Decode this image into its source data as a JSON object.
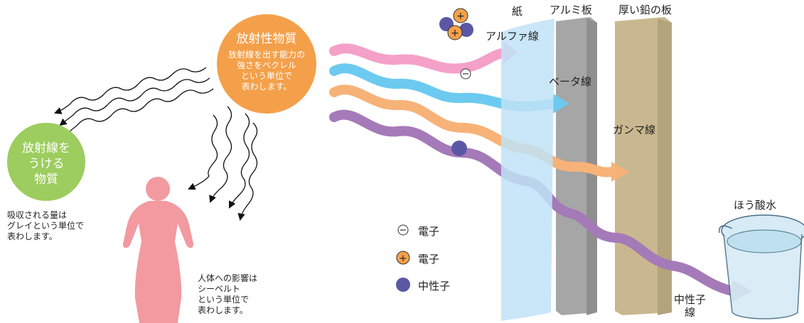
{
  "source": {
    "title": "放射性物質",
    "desc_lines": [
      "放射線を出す能力の",
      "強さをベクレル",
      "という単位で",
      "表わします。"
    ]
  },
  "receiver": {
    "lines": [
      "放射線を",
      "うける",
      "物質"
    ],
    "note_lines": [
      "吸収される量は",
      "グレイという単位で",
      "表わします。"
    ]
  },
  "human": {
    "note_lines": [
      "人体への影響は",
      "シーベルト",
      "という単位で",
      "表わします。"
    ]
  },
  "shields": {
    "paper": "紙",
    "aluminum": "アルミ板",
    "lead": "厚い鉛の板"
  },
  "rays": {
    "alpha": "アルファ線",
    "beta": "ベータ線",
    "gamma": "ガンマ線",
    "neutron": "中性子\n線"
  },
  "water": "ほう酸水",
  "legend": [
    {
      "symbol": "⊖",
      "label": "電子"
    },
    {
      "symbol": "+",
      "label": "電子"
    },
    {
      "symbol": "●",
      "label": "中性子"
    }
  ],
  "colors": {
    "alpha": "#f4a0c8",
    "beta": "#6ccaf0",
    "gamma": "#f7b278",
    "neutron": "#a57ab8",
    "source": "#f4a04a",
    "receiver": "#9ccd5e",
    "human": "#f29aa0",
    "paper": "#bfe3f7",
    "aluminum": "#a6a6a6",
    "lead": "#c9b88f",
    "neutron_dot": "#5a57a5"
  }
}
